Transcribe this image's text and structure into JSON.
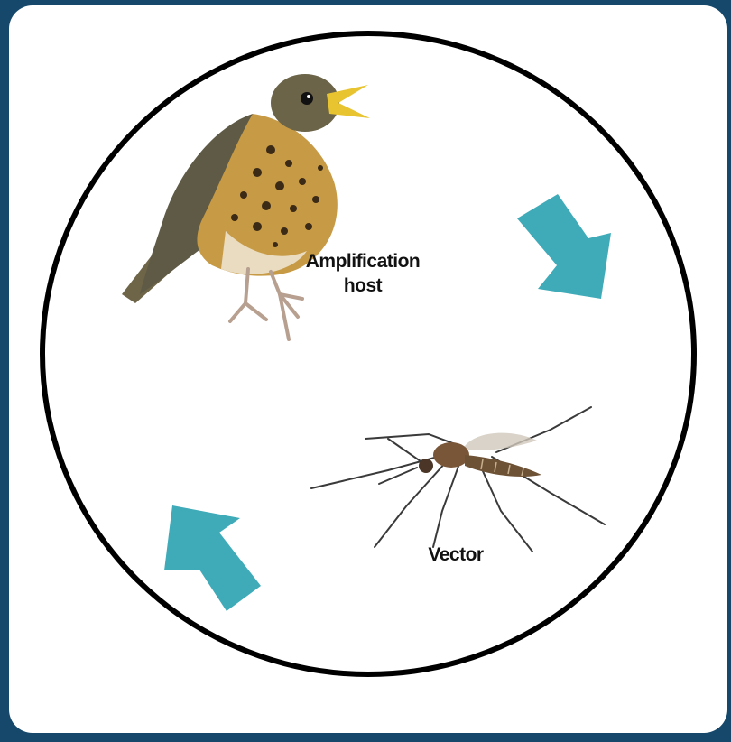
{
  "diagram": {
    "labels": {
      "amplification_host_line1": "Amplification",
      "amplification_host_line2": "host",
      "vector": "Vector"
    },
    "colors": {
      "background": "#15486a",
      "panel": "#ffffff",
      "circle": "#000000",
      "arrow": "#3fabb9"
    },
    "icons": [
      "bird-image",
      "mosquito-image",
      "arrow-down-right-icon",
      "arrow-up-left-icon",
      "cycle-circle"
    ]
  }
}
